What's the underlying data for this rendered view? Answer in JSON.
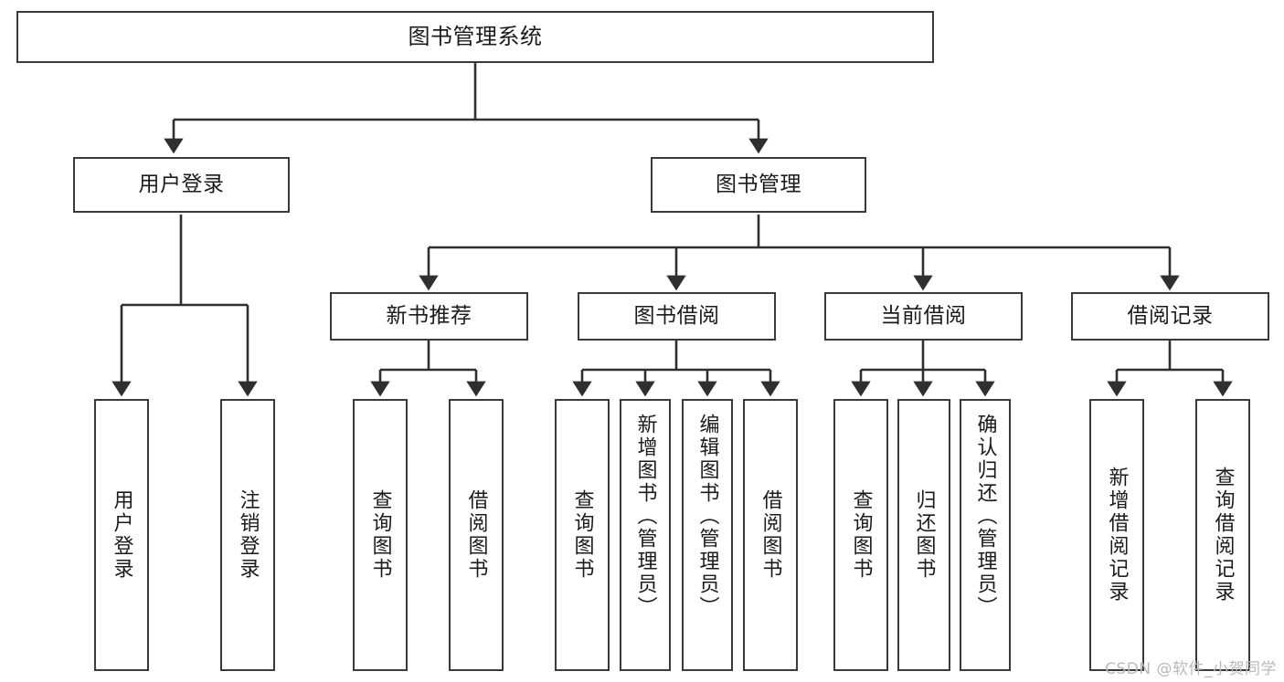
{
  "diagram": {
    "type": "tree-hierarchy-chart",
    "title": "图书管理系统",
    "watermark": "CSDN @软件_小贺同学",
    "colors": {
      "background": "#ffffff",
      "box_border": "#3a3a3a",
      "box_fill": "#ffffff",
      "connector": "#2f2f2f",
      "text": "#1b1b1b",
      "watermark": "#b9b9b9"
    },
    "nodes": {
      "root": {
        "label": "图书管理系统"
      },
      "level2": [
        {
          "label": "用户登录"
        },
        {
          "label": "图书管理"
        }
      ],
      "level3": [
        {
          "label": "新书推荐"
        },
        {
          "label": "图书借阅"
        },
        {
          "label": "当前借阅"
        },
        {
          "label": "借阅记录"
        }
      ],
      "leaves": {
        "user_login": [
          {
            "label": "用户登录"
          },
          {
            "label": "注销登录"
          }
        ],
        "new_book_recommend": [
          {
            "label": "查询图书"
          },
          {
            "label": "借阅图书"
          }
        ],
        "book_borrow": [
          {
            "label": "查询图书"
          },
          {
            "label": "新增图书（管理员）"
          },
          {
            "label": "编辑图书（管理员）"
          },
          {
            "label": "借阅图书"
          }
        ],
        "current_borrow": [
          {
            "label": "查询图书"
          },
          {
            "label": "归还图书"
          },
          {
            "label": "确认归还（管理员）"
          }
        ],
        "borrow_record": [
          {
            "label": "新增借阅记录"
          },
          {
            "label": "查询借阅记录"
          }
        ]
      }
    }
  }
}
